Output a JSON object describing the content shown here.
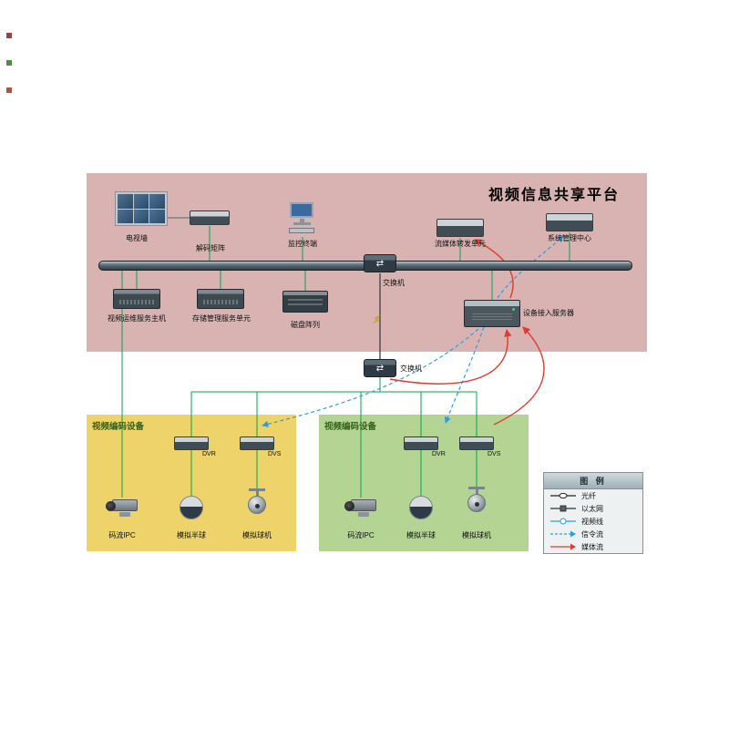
{
  "panels": {
    "platform": {
      "title": "视频信息共享平台"
    },
    "encoder_left": {
      "title": "视频编码设备"
    },
    "encoder_right": {
      "title": "视频编码设备"
    }
  },
  "devices": {
    "tv_wall": {
      "label": "电视墙"
    },
    "decoder": {
      "label": "解码矩阵"
    },
    "terminal": {
      "label": "监控终端"
    },
    "stream_unit": {
      "label": "流媒体转发单元"
    },
    "sys_mgmt": {
      "label": "系统管理中心"
    },
    "ops_host": {
      "label": "视频运维服务主机"
    },
    "storage_unit": {
      "label": "存储管理服务单元"
    },
    "disk_array": {
      "label": "磁盘阵列"
    },
    "switch_top": {
      "label": "交换机"
    },
    "switch_bottom": {
      "label": "交换机"
    },
    "access_server": {
      "label": "设备接入服务器"
    },
    "ipc_left": {
      "label": "码流IPC"
    },
    "dome_left": {
      "label": "模拟半球"
    },
    "ball_left": {
      "label": "模拟球机"
    },
    "dvr_left": {
      "label": "DVR"
    },
    "dvs_left": {
      "label": "DVS"
    },
    "ipc_right": {
      "label": "码流IPC"
    },
    "dome_right": {
      "label": "模拟半球"
    },
    "ball_right": {
      "label": "模拟球机"
    },
    "dvr_right": {
      "label": "DVR"
    },
    "dvs_right": {
      "label": "DVS"
    }
  },
  "legend": {
    "title": "图 例",
    "items": [
      {
        "label": "光纤"
      },
      {
        "label": "以太网"
      },
      {
        "label": "视频线"
      },
      {
        "label": "信令流"
      },
      {
        "label": "媒体流"
      }
    ]
  },
  "colors": {
    "platform_panel": "#d9b2b2",
    "encoder_left_panel": "#eed36a",
    "encoder_right_panel": "#b3d493",
    "ethernet_line": "#00a651",
    "signal_line": "#2b9fe0",
    "media_line": "#e23b2e",
    "fiber_line": "#4a4a4a",
    "bus_dark": "#303c44"
  }
}
